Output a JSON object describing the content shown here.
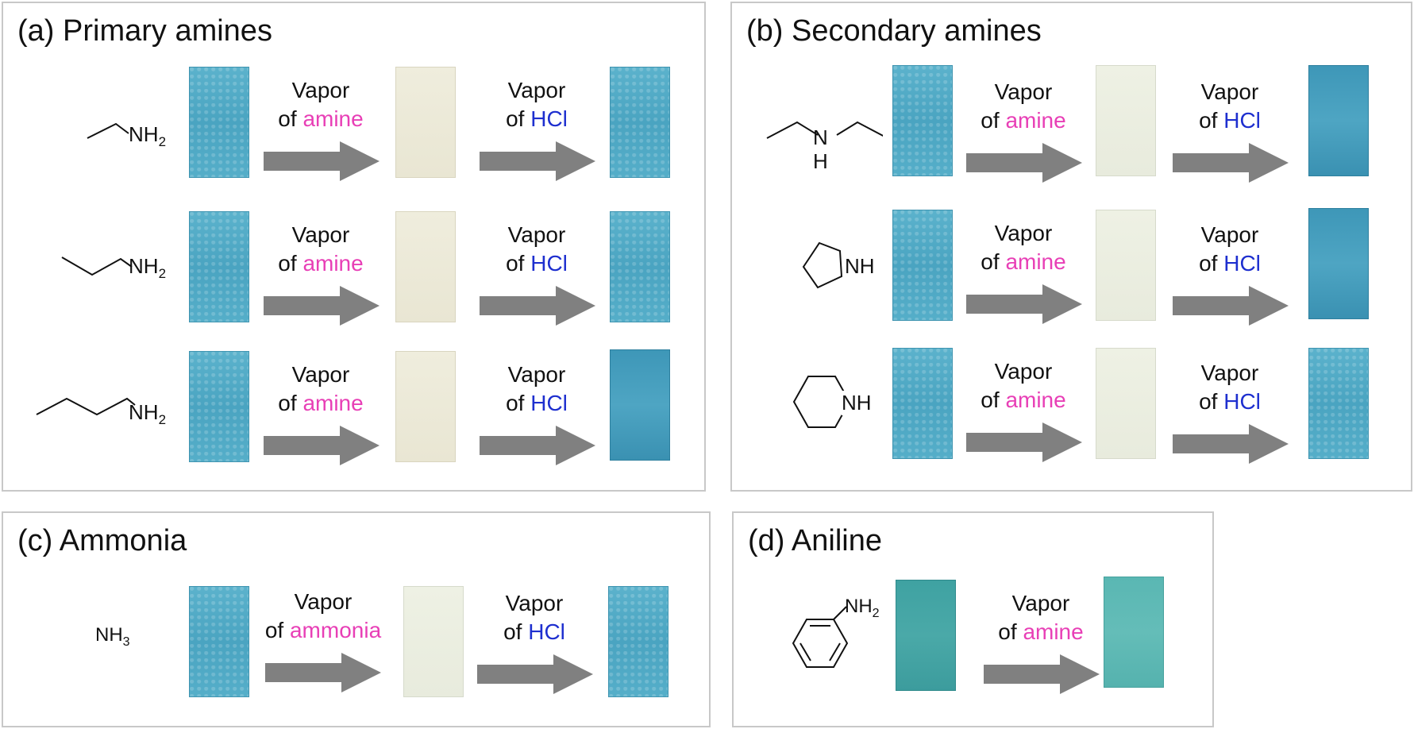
{
  "panels": {
    "a": {
      "title": "(a) Primary amines"
    },
    "b": {
      "title": "(b) Secondary amines"
    },
    "c": {
      "title": "(c) Ammonia"
    },
    "d": {
      "title": "(d) Aniline"
    }
  },
  "labels": {
    "nh2": "NH",
    "nh2_sub": "2",
    "nh3": "NH",
    "nh3_sub": "3",
    "nh": "NH",
    "n": "N",
    "h": "H"
  },
  "steps": {
    "vapor": "Vapor",
    "of": "of ",
    "amine": "amine",
    "ammonia": "ammonia",
    "hcl": "HCl"
  },
  "colors": {
    "amine_text": "#e83fb6",
    "hcl_text": "#1e2fcf",
    "arrow": "#808080",
    "strip_blue": "#4ea8c4",
    "strip_cream": "#ebe8d6",
    "strip_teal": "#43a5a5"
  }
}
